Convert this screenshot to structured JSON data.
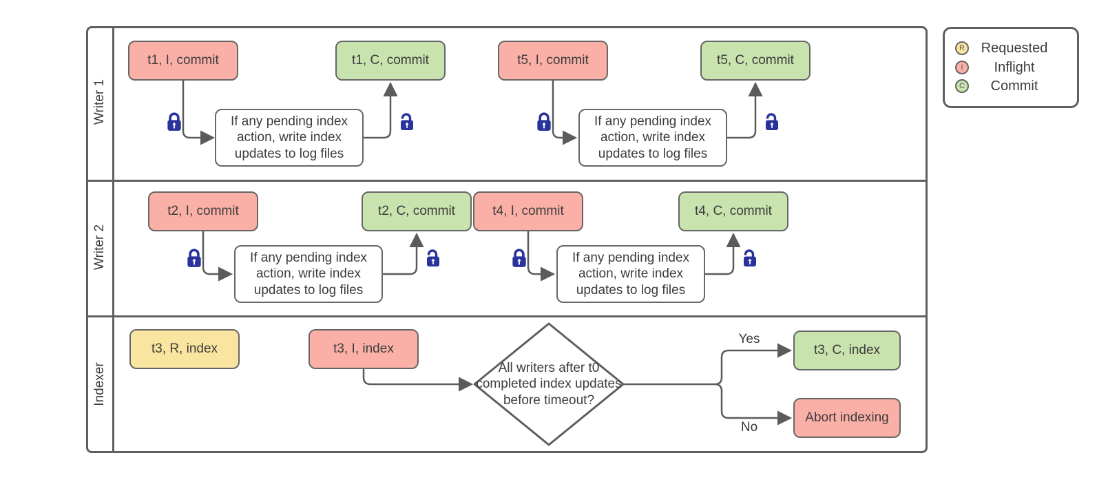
{
  "lanes": [
    {
      "label": "Writer 1"
    },
    {
      "label": "Writer 2"
    },
    {
      "label": "Indexer"
    }
  ],
  "nodes": {
    "t1_inflight": "t1, I, commit",
    "t1_commit": "t1, C, commit",
    "t5_inflight": "t5, I, commit",
    "t5_commit": "t5, C, commit",
    "t2_inflight": "t2, I, commit",
    "t2_commit": "t2, C, commit",
    "t4_inflight": "t4, I, commit",
    "t4_commit": "t4, C, commit",
    "t3_requested": "t3, R, index",
    "t3_inflight": "t3, I, index",
    "t3_commit": "t3, C, index",
    "abort_indexing": "Abort indexing"
  },
  "shared": {
    "pending_note": "If any pending index action, write index updates to log files",
    "decision_question": "All writers after t0 completed index updates before timeout?",
    "yes_label": "Yes",
    "no_label": "No"
  },
  "legend": {
    "items": [
      {
        "symbol": "R",
        "label": "Requested"
      },
      {
        "symbol": "I",
        "label": "Inflight"
      },
      {
        "symbol": "C",
        "label": "Commit"
      }
    ]
  },
  "colors": {
    "inflight_fill": "#fbb0a7",
    "commit_fill": "#c8e3ae",
    "requested_fill": "#fae5a0",
    "shape_border": "#666666",
    "connector": "#5b5b5b",
    "lock_blue": "#28349b",
    "text": "#3c3c3c"
  }
}
